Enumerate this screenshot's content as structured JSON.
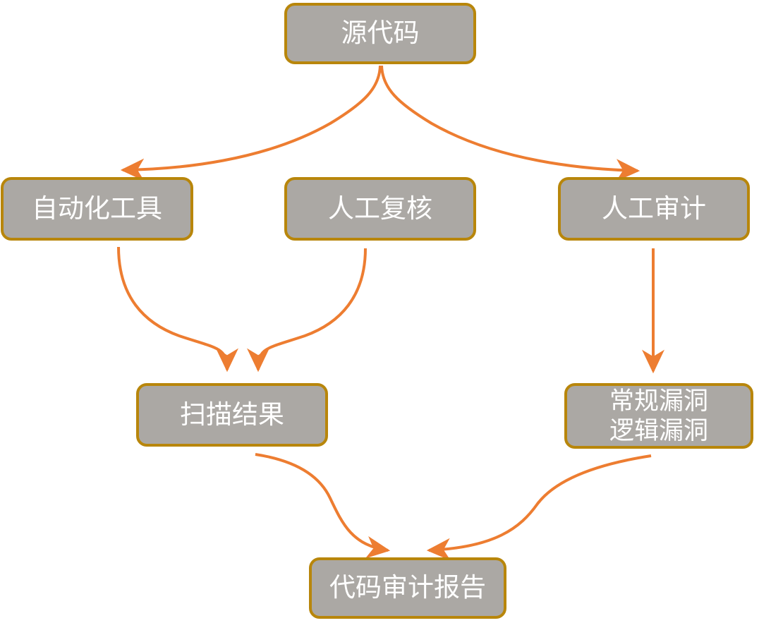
{
  "diagram": {
    "type": "flowchart",
    "background": "#ffffff",
    "colors": {
      "box_fill": "#aba8a4",
      "box_border": "#b8860b",
      "arrow": "#ed7d31",
      "text": "#ffffff",
      "background": "#ffffff"
    },
    "nodes": [
      {
        "id": "source-code",
        "label": "源代码"
      },
      {
        "id": "automated-tools",
        "label": "自动化工具"
      },
      {
        "id": "manual-review",
        "label": "人工复核"
      },
      {
        "id": "manual-audit",
        "label": "人工审计"
      },
      {
        "id": "scan-results",
        "label": "扫描结果"
      },
      {
        "id": "vulnerabilities",
        "label": "常规漏洞\n逻辑漏洞"
      },
      {
        "id": "audit-report",
        "label": "代码审计报告"
      }
    ],
    "edges": [
      {
        "from": "source-code",
        "to": "automated-tools"
      },
      {
        "from": "source-code",
        "to": "manual-audit"
      },
      {
        "from": "automated-tools",
        "to": "scan-results"
      },
      {
        "from": "manual-review",
        "to": "scan-results"
      },
      {
        "from": "manual-audit",
        "to": "vulnerabilities"
      },
      {
        "from": "scan-results",
        "to": "audit-report"
      },
      {
        "from": "vulnerabilities",
        "to": "audit-report"
      }
    ]
  }
}
